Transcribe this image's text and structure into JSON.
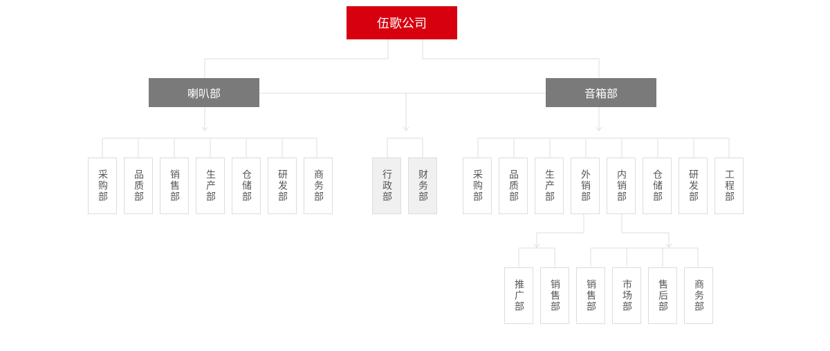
{
  "company": {
    "name": "伍歌公司"
  },
  "divisions": {
    "speaker": {
      "name": "喇叭部"
    },
    "audio": {
      "name": "音箱部"
    }
  },
  "speaker_depts": [
    "采购部",
    "品质部",
    "销售部",
    "生产部",
    "仓储部",
    "研发部",
    "商务部"
  ],
  "shared_depts": [
    "行政部",
    "财务部"
  ],
  "audio_depts": [
    "采购部",
    "品质部",
    "生产部",
    "外销部",
    "内销部",
    "仓储部",
    "研发部",
    "工程部"
  ],
  "export_subdepts": [
    "推广部",
    "销售部"
  ],
  "domestic_subdepts": [
    "销售部",
    "市场部",
    "售后部",
    "商务部"
  ],
  "colors": {
    "company": "#d7000f",
    "division": "#7a7a7a",
    "line": "#dcdcdc",
    "text": "#555555"
  }
}
